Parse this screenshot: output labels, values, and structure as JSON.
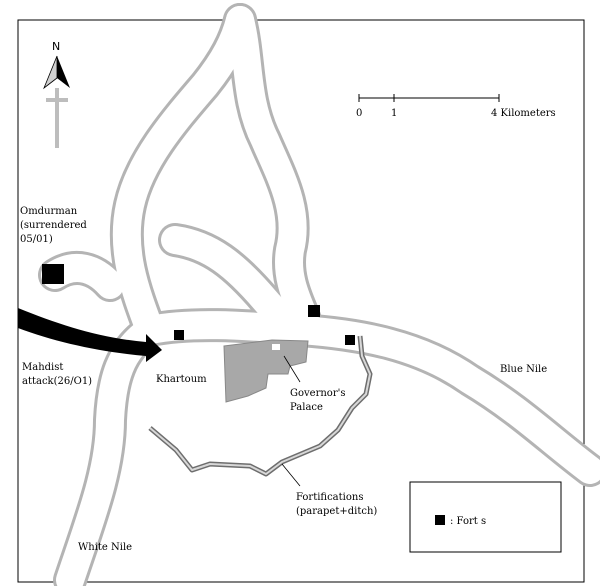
{
  "map": {
    "north_label": "N",
    "scale": {
      "ticks": [
        "0",
        "1",
        "4 Kilometers"
      ]
    },
    "places": {
      "omdurman": [
        "Omdurman",
        "(surrendered",
        "05/01)"
      ],
      "mahdist_attack": [
        "Mahdist",
        "attack(26/O1)"
      ],
      "khartoum": "Khartoum",
      "governors_palace": [
        "Governor's",
        "Palace"
      ],
      "blue_nile": "Blue Nile",
      "white_nile": "White Nile",
      "fortifications": [
        "Fortifications",
        "(parapet+ditch)"
      ]
    },
    "legend": {
      "forts_label": ": Fort s"
    },
    "colors": {
      "river_outline": "#b4b4b4",
      "city_fill": "#a8a8a8",
      "wall": "#909090",
      "fort": "#000000",
      "arrow": "#000000"
    }
  }
}
